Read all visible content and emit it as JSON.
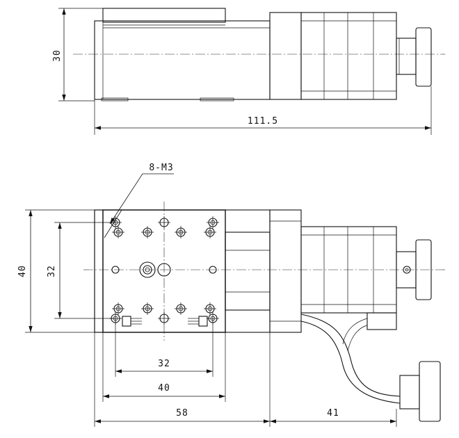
{
  "dimensions": {
    "side_height": "30",
    "total_length": "111.5",
    "callout": "8-M3",
    "top_height": "40",
    "top_inner_height": "32",
    "hole_spacing": "32",
    "table_width": "40",
    "body_length": "58",
    "motor_length": "41"
  }
}
